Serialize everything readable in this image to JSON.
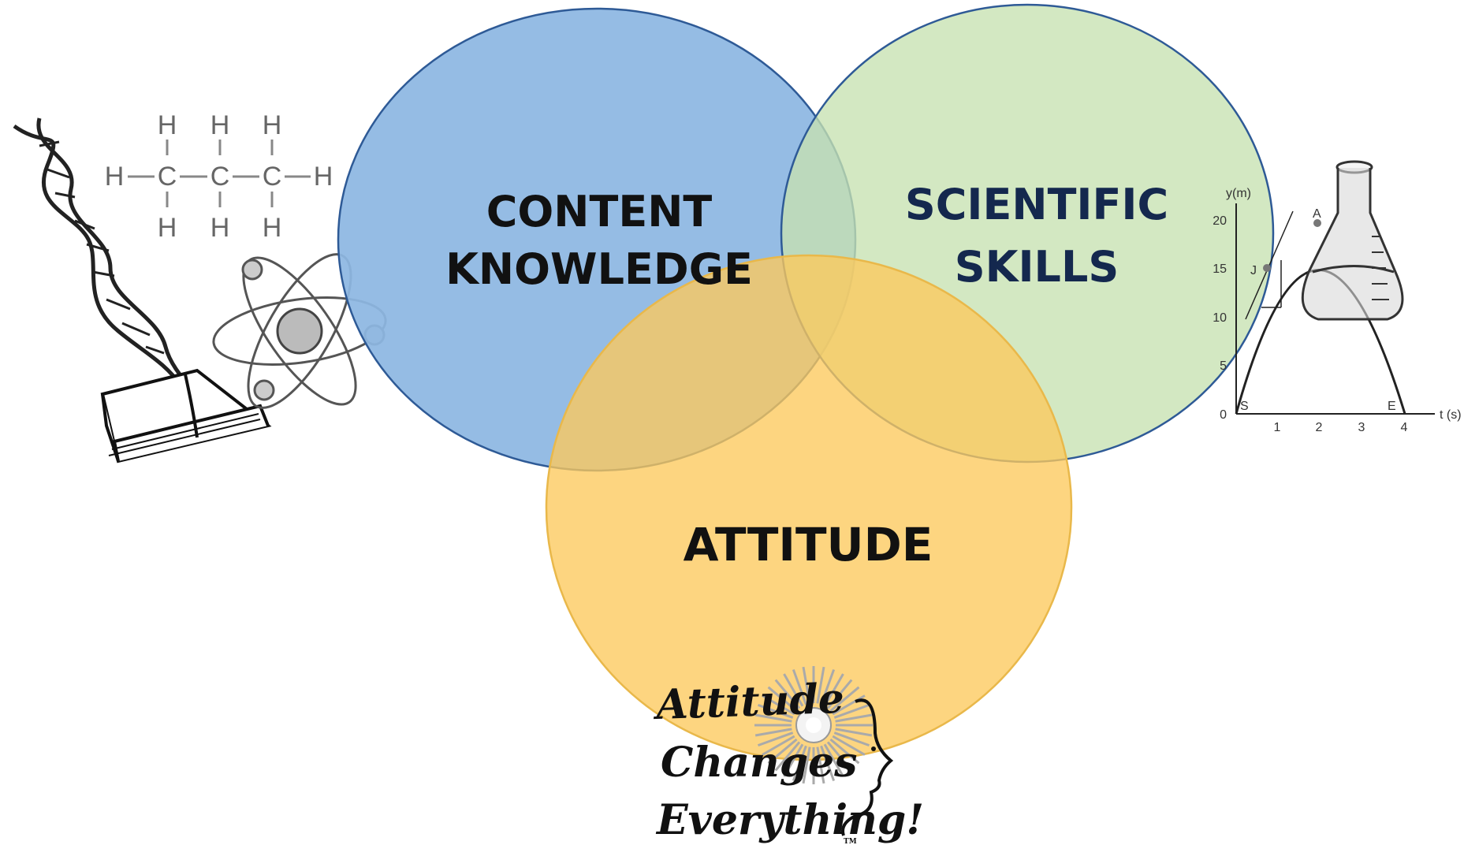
{
  "colors": {
    "content_fill": "#8db7e2",
    "content_stroke": "#2e5a96",
    "skills_fill": "#c6e1b1",
    "skills_stroke": "#2e5a96",
    "attitude_fill": "#fdc95c",
    "attitude_stroke": "#e9b84a",
    "skills_text": "#14284e",
    "dark_text": "#111111"
  },
  "venn": {
    "content": {
      "line1": "CONTENT",
      "line2": "KNOWLEDGE"
    },
    "skills": {
      "line1": "SCIENTIFIC",
      "line2": "SKILLS"
    },
    "attitude": {
      "label": "ATTITUDE"
    }
  },
  "molecule": {
    "h": "H",
    "c": "C"
  },
  "graph": {
    "y_label": "y(m)",
    "x_label": "t (s)",
    "y_ticks": [
      "0",
      "5",
      "10",
      "15",
      "20"
    ],
    "x_ticks": [
      "1",
      "2",
      "3",
      "4"
    ],
    "points": [
      "S",
      "J",
      "A",
      "E"
    ]
  },
  "logo": {
    "line1": "Attitude",
    "line2": "Changes",
    "line3": "Everything!",
    "tm": "TM"
  },
  "icons": [
    "dna-helix-icon",
    "book-icon",
    "atom-icon",
    "flask-icon",
    "sun-head-icon"
  ]
}
